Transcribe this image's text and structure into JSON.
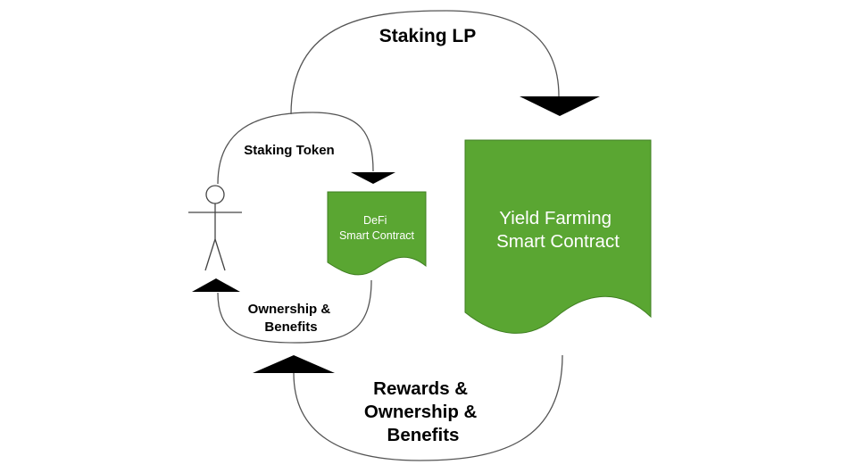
{
  "colors": {
    "contract_fill": "#5aa632",
    "contract_stroke": "#3f7f21",
    "line": "#555555",
    "arrow": "#000000",
    "label_text": "#000000",
    "contract_text": "#ffffff"
  },
  "labels": {
    "staking_lp": "Staking LP",
    "staking_token": "Staking Token",
    "ownership_benefits": [
      "Ownership &",
      "Benefits"
    ],
    "rewards": [
      "Rewards &",
      "Ownership &",
      "Benefits"
    ]
  },
  "contracts": {
    "defi": [
      "DeFi",
      "Smart Contract"
    ],
    "yield": [
      "Yield Farming",
      "Smart Contract"
    ]
  },
  "icons": {
    "actor": "stick-figure-icon"
  }
}
